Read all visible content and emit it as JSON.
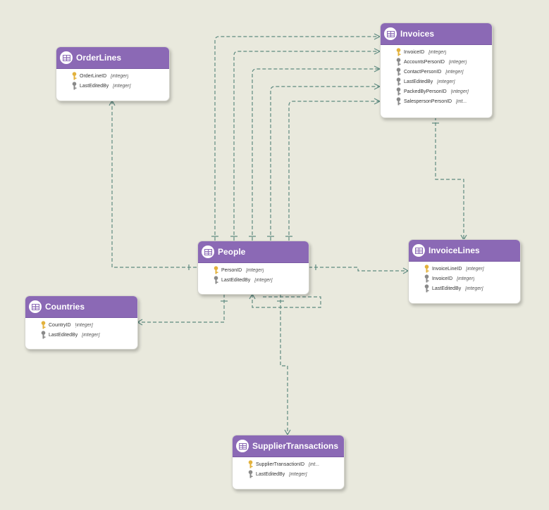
{
  "colors": {
    "background": "#e9e9dd",
    "header": "#8b69b5",
    "line": "#5e8a80",
    "primary_key": "#e3b23c",
    "foreign_key": "#8a8a8a"
  },
  "tables": {
    "invoices": {
      "title": "Invoices",
      "fields": [
        {
          "name": "InvoiceID",
          "type": "[integer]",
          "key": "primary"
        },
        {
          "name": "AccountsPersonID",
          "type": "[integer]",
          "key": "foreign"
        },
        {
          "name": "ContactPersonID",
          "type": "[integer]",
          "key": "foreign"
        },
        {
          "name": "LastEditedBy",
          "type": "[integer]",
          "key": "foreign"
        },
        {
          "name": "PackedByPersonID",
          "type": "[integer]",
          "key": "foreign"
        },
        {
          "name": "SalespersonPersonID",
          "type": "[int...",
          "key": "foreign"
        }
      ]
    },
    "orderlines": {
      "title": "OrderLines",
      "fields": [
        {
          "name": "OrderLineID",
          "type": "[integer]",
          "key": "primary"
        },
        {
          "name": "LastEditedBy",
          "type": "[integer]",
          "key": "foreign"
        }
      ]
    },
    "people": {
      "title": "People",
      "fields": [
        {
          "name": "PersonID",
          "type": "[integer]",
          "key": "primary"
        },
        {
          "name": "LastEditedBy",
          "type": "[integer]",
          "key": "foreign"
        }
      ]
    },
    "invoicelines": {
      "title": "InvoiceLines",
      "fields": [
        {
          "name": "InvoiceLineID",
          "type": "[integer]",
          "key": "primary"
        },
        {
          "name": "InvoiceID",
          "type": "[integer]",
          "key": "foreign"
        },
        {
          "name": "LastEditedBy",
          "type": "[integer]",
          "key": "foreign"
        }
      ]
    },
    "countries": {
      "title": "Countries",
      "fields": [
        {
          "name": "CountryID",
          "type": "[integer]",
          "key": "primary"
        },
        {
          "name": "LastEditedBy",
          "type": "[integer]",
          "key": "foreign"
        }
      ]
    },
    "suppliertransactions": {
      "title": "SupplierTransactions",
      "fields": [
        {
          "name": "SupplierTransactionID",
          "type": "[int...",
          "key": "primary"
        },
        {
          "name": "LastEditedBy",
          "type": "[integer]",
          "key": "foreign"
        }
      ]
    }
  }
}
